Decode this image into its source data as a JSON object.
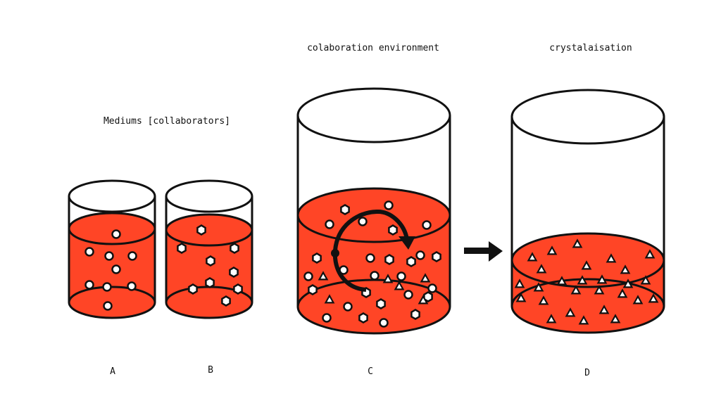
{
  "titles": {
    "mediums": "Mediums [collaborators]",
    "environment": "colaboration environment",
    "crystallisation": "crystalaisation"
  },
  "beakers": [
    {
      "id": "A",
      "label": "A",
      "particles": "circle"
    },
    {
      "id": "B",
      "label": "B",
      "particles": "hexagon"
    },
    {
      "id": "C",
      "label": "C",
      "particles": "mixed"
    },
    {
      "id": "D",
      "label": "D",
      "particles": "triangle"
    }
  ],
  "arrow": {
    "from": "C",
    "to": "D"
  },
  "colors": {
    "liquid": "#ff4526",
    "outline": "#111111",
    "background": "#ffffff"
  }
}
